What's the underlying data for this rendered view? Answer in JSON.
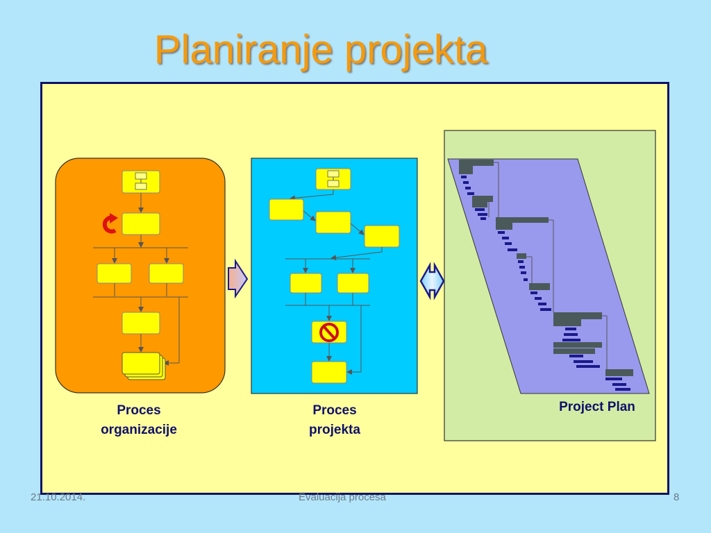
{
  "slide": {
    "title": "Planiranje projekta",
    "footer_date": "21.10.2014.",
    "footer_center": "Evaluacija procesa",
    "footer_page": "8"
  },
  "panels": {
    "organization_label_line1": "Proces",
    "organization_label_line2": "organizacije",
    "project_label_line1": "Proces",
    "project_label_line2": "projekta",
    "plan_label": "Project Plan"
  },
  "colors": {
    "background": "#b3e6fa",
    "title": "#f59a0e",
    "frame_fill": "#ffff9e",
    "org_panel": "#ff9900",
    "project_panel": "#00ccff",
    "plan_panel": "#d3eca5",
    "gantt_parallelogram": "#9999ee",
    "box": "#ffff00"
  },
  "icons": {
    "cycle": "circular-arrow-icon",
    "stop": "prohibited-icon"
  }
}
